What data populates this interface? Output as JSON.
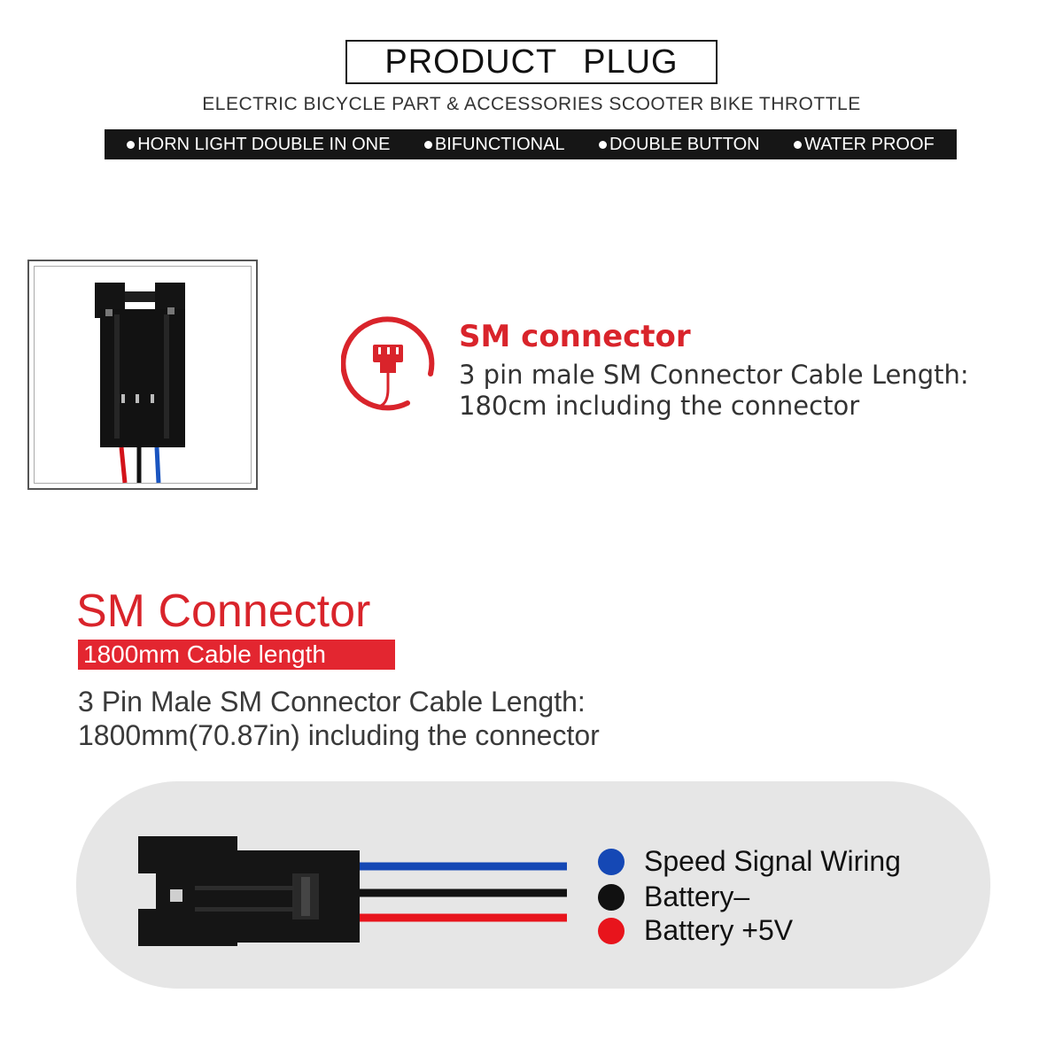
{
  "header": {
    "title": "PRODUCT PLUG",
    "subtitle": "ELECTRIC BICYCLE PART & ACCESSORIES SCOOTER BIKE THROTTLE",
    "features": [
      "HORN LIGHT DOUBLE IN ONE",
      "BIFUNCTIONAL",
      "DOUBLE BUTTON",
      "WATER PROOF"
    ]
  },
  "connector_card": {
    "heading": "SM connector",
    "description_line1": "3 pin male SM Connector Cable Length:",
    "description_line2": "180cm including the connector"
  },
  "spec": {
    "title": "SM Connector",
    "badge": "1800mm Cable length",
    "description_line1": "3 Pin Male SM Connector Cable Length:",
    "description_line2": "1800mm(70.87in) including the connector"
  },
  "wiring_legend": [
    {
      "label": "Speed Signal Wiring",
      "color": "#1548b5"
    },
    {
      "label": "Battery–",
      "color": "#111111"
    },
    {
      "label": "Battery +5V",
      "color": "#e8141c"
    }
  ],
  "colors": {
    "accent_red": "#d9242b",
    "badge_red": "#e32630",
    "wire_blue": "#1548b5",
    "wire_black": "#111111",
    "wire_red": "#e8141c"
  }
}
